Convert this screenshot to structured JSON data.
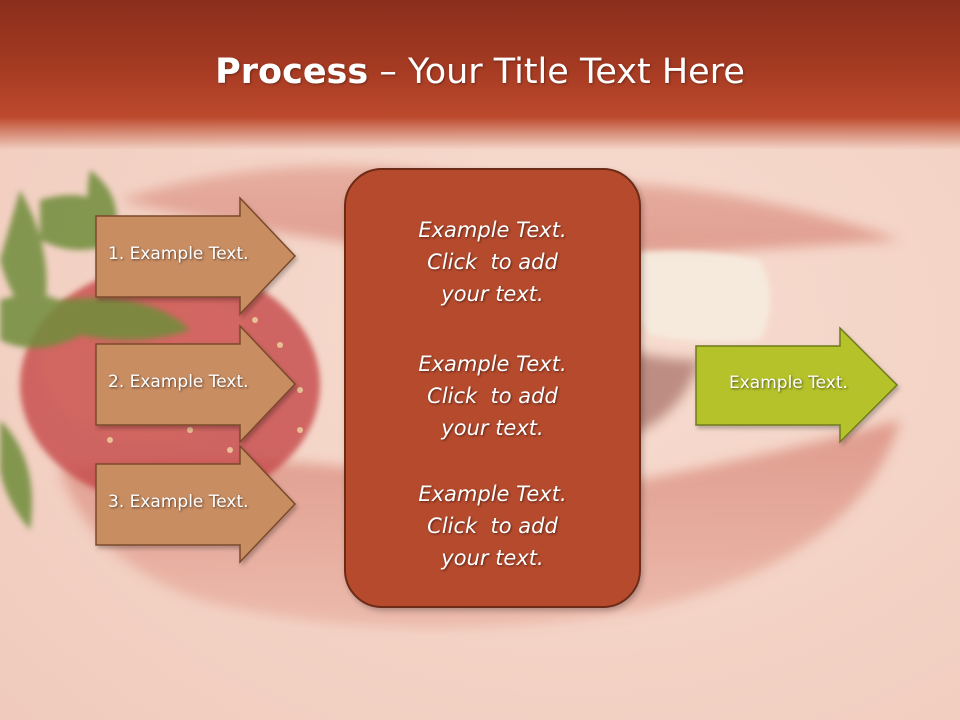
{
  "title": {
    "bold": "Process",
    "rest": " – Your Title Text Here"
  },
  "left_steps": [
    {
      "label": "1. Example Text."
    },
    {
      "label": "2. Example Text."
    },
    {
      "label": "3. Example Text."
    }
  ],
  "center_box": {
    "paragraphs": [
      {
        "lines": [
          "Example Text.",
          "Click  to add",
          "your text."
        ]
      },
      {
        "lines": [
          "Example Text.",
          "Click  to add",
          "your text."
        ]
      },
      {
        "lines": [
          "Example Text.",
          "Click  to add",
          "your text."
        ]
      }
    ]
  },
  "output_arrow": {
    "label": "Example Text."
  },
  "colors": {
    "title_band": "#9a3520",
    "step_arrow_fill": "#c98d62",
    "step_arrow_border": "#7a4a2a",
    "center_box_fill": "#b64a2d",
    "output_arrow_fill": "#b5c22a",
    "output_arrow_border": "#6e7a1a"
  }
}
